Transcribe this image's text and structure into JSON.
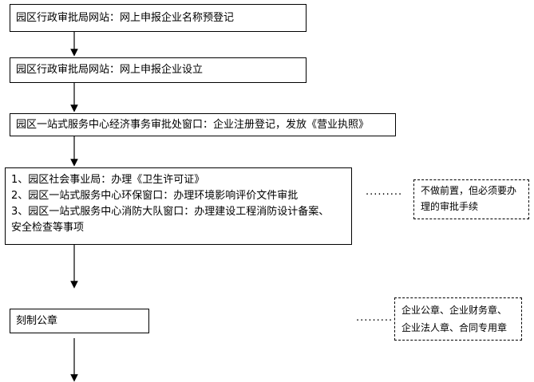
{
  "steps": [
    {
      "text": "园区行政审批局网站：网上申报企业名称预登记"
    },
    {
      "text": "园区行政审批局网站：网上申报企业设立"
    },
    {
      "text": "园区一站式服务中心经济事务审批处窗口：企业注册登记，发放《营业执照》"
    },
    {
      "lines": [
        "1、园区社会事业局：办理《卫生许可证》",
        "2、园区一站式服务中心环保窗口：办理环境影响评价文件审批",
        "3、园区一站式服务中心消防大队窗口：办理建设工程消防设计备案、",
        "安全检查等事项"
      ]
    },
    {
      "text": "刻制公章"
    }
  ],
  "notes": [
    {
      "lines": [
        "不做前置，但必须要办",
        "理的审批手续"
      ]
    },
    {
      "lines": [
        "企业公章、企业财务章、",
        "企业法人章、合同专用章"
      ]
    }
  ],
  "connector_dots": "·········"
}
